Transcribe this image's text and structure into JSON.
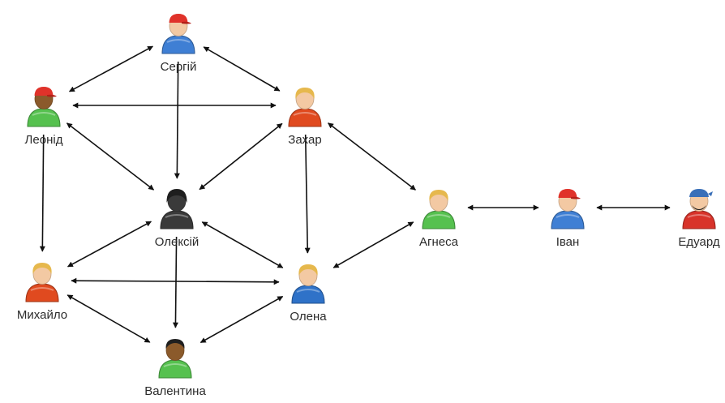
{
  "people": [
    {
      "id": "serhii",
      "name": "Сергій",
      "shirt": "#3f7fd4",
      "hair": "cap-red",
      "skin": "#f3c9a3"
    },
    {
      "id": "leonid",
      "name": "Леонід",
      "shirt": "#56c14f",
      "hair": "cap-red",
      "skin": "#8b5a2b"
    },
    {
      "id": "zakhar",
      "name": "Захар",
      "shirt": "#e04a1f",
      "hair": "blond",
      "skin": "#f3c9a3"
    },
    {
      "id": "oleksii",
      "name": "Олексій",
      "shirt": "#3a3a3a",
      "hair": "hood-black",
      "skin": "#3a3a3a"
    },
    {
      "id": "mykhailo",
      "name": "Михайло",
      "shirt": "#e04a1f",
      "hair": "blond",
      "skin": "#f3c9a3"
    },
    {
      "id": "olena",
      "name": "Олена",
      "shirt": "#2f72c8",
      "hair": "blond",
      "skin": "#f3c9a3"
    },
    {
      "id": "valentyna",
      "name": "Валентина",
      "shirt": "#56c14f",
      "hair": "dark",
      "skin": "#8b5a2b"
    },
    {
      "id": "ahnesa",
      "name": "Агнеса",
      "shirt": "#56c14f",
      "hair": "blond",
      "skin": "#f3c9a3"
    },
    {
      "id": "ivan",
      "name": "Іван",
      "shirt": "#3f7fd4",
      "hair": "cap-red",
      "skin": "#f3c9a3"
    },
    {
      "id": "eduard",
      "name": "Едуард",
      "shirt": "#d8332a",
      "hair": "pirate",
      "skin": "#f3c9a3"
    }
  ],
  "edges": [
    {
      "from": "serhii",
      "to": "leonid",
      "dir": "both"
    },
    {
      "from": "serhii",
      "to": "zakhar",
      "dir": "both"
    },
    {
      "from": "serhii",
      "to": "oleksii",
      "dir": "forward"
    },
    {
      "from": "leonid",
      "to": "zakhar",
      "dir": "both"
    },
    {
      "from": "leonid",
      "to": "oleksii",
      "dir": "both"
    },
    {
      "from": "leonid",
      "to": "mykhailo",
      "dir": "forward"
    },
    {
      "from": "zakhar",
      "to": "oleksii",
      "dir": "both"
    },
    {
      "from": "zakhar",
      "to": "olena",
      "dir": "forward"
    },
    {
      "from": "zakhar",
      "to": "ahnesa",
      "dir": "both"
    },
    {
      "from": "oleksii",
      "to": "mykhailo",
      "dir": "both"
    },
    {
      "from": "oleksii",
      "to": "olena",
      "dir": "both"
    },
    {
      "from": "oleksii",
      "to": "valentyna",
      "dir": "forward"
    },
    {
      "from": "mykhailo",
      "to": "olena",
      "dir": "both"
    },
    {
      "from": "mykhailo",
      "to": "valentyna",
      "dir": "both"
    },
    {
      "from": "olena",
      "to": "valentyna",
      "dir": "both"
    },
    {
      "from": "olena",
      "to": "ahnesa",
      "dir": "both"
    },
    {
      "from": "ahnesa",
      "to": "ivan",
      "dir": "both"
    },
    {
      "from": "ivan",
      "to": "eduard",
      "dir": "both"
    }
  ]
}
